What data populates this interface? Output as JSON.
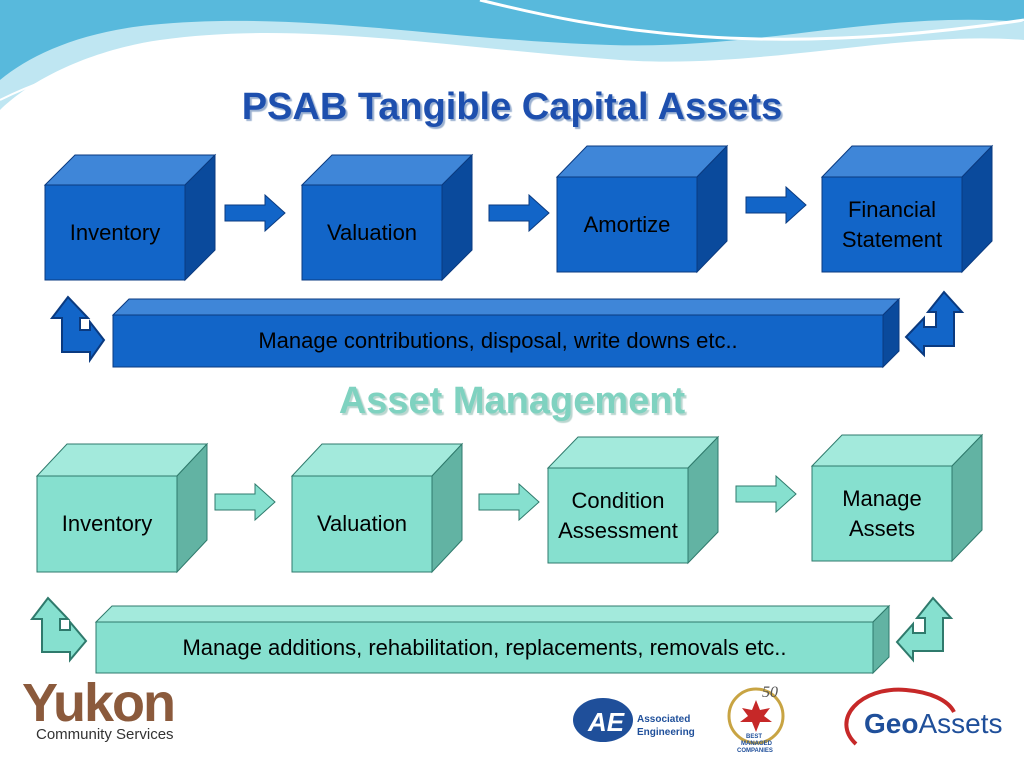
{
  "title": "PSAB Tangible Capital Assets",
  "subtitle": "Asset Management",
  "psab": {
    "steps": [
      "Inventory",
      "Valuation",
      "Amortize",
      "Financial Statement"
    ],
    "bar": "Manage contributions, disposal, write downs etc.."
  },
  "asset_mgmt": {
    "steps": [
      "Inventory",
      "Valuation",
      "Condition Assessment",
      "Manage Assets"
    ],
    "bar": "Manage additions, rehabilitation, replacements, removals etc.."
  },
  "logos": {
    "yukon": "Yukon",
    "yukon_sub": "Community Services",
    "ae_mark": "AE",
    "ae_line1": "Associated",
    "ae_line2": "Engineering",
    "best_num": "50",
    "best_l1": "BEST",
    "best_l2": "MANAGED",
    "best_l3": "COMPANIES",
    "geo_a": "Geo",
    "geo_b": "Assets"
  },
  "colors": {
    "blue_front": "#1265c8",
    "blue_top": "#3f86d8",
    "blue_side": "#0a4a9c",
    "teal_front": "#86e0cf",
    "teal_top": "#a3eadc",
    "teal_side": "#62b3a3"
  }
}
